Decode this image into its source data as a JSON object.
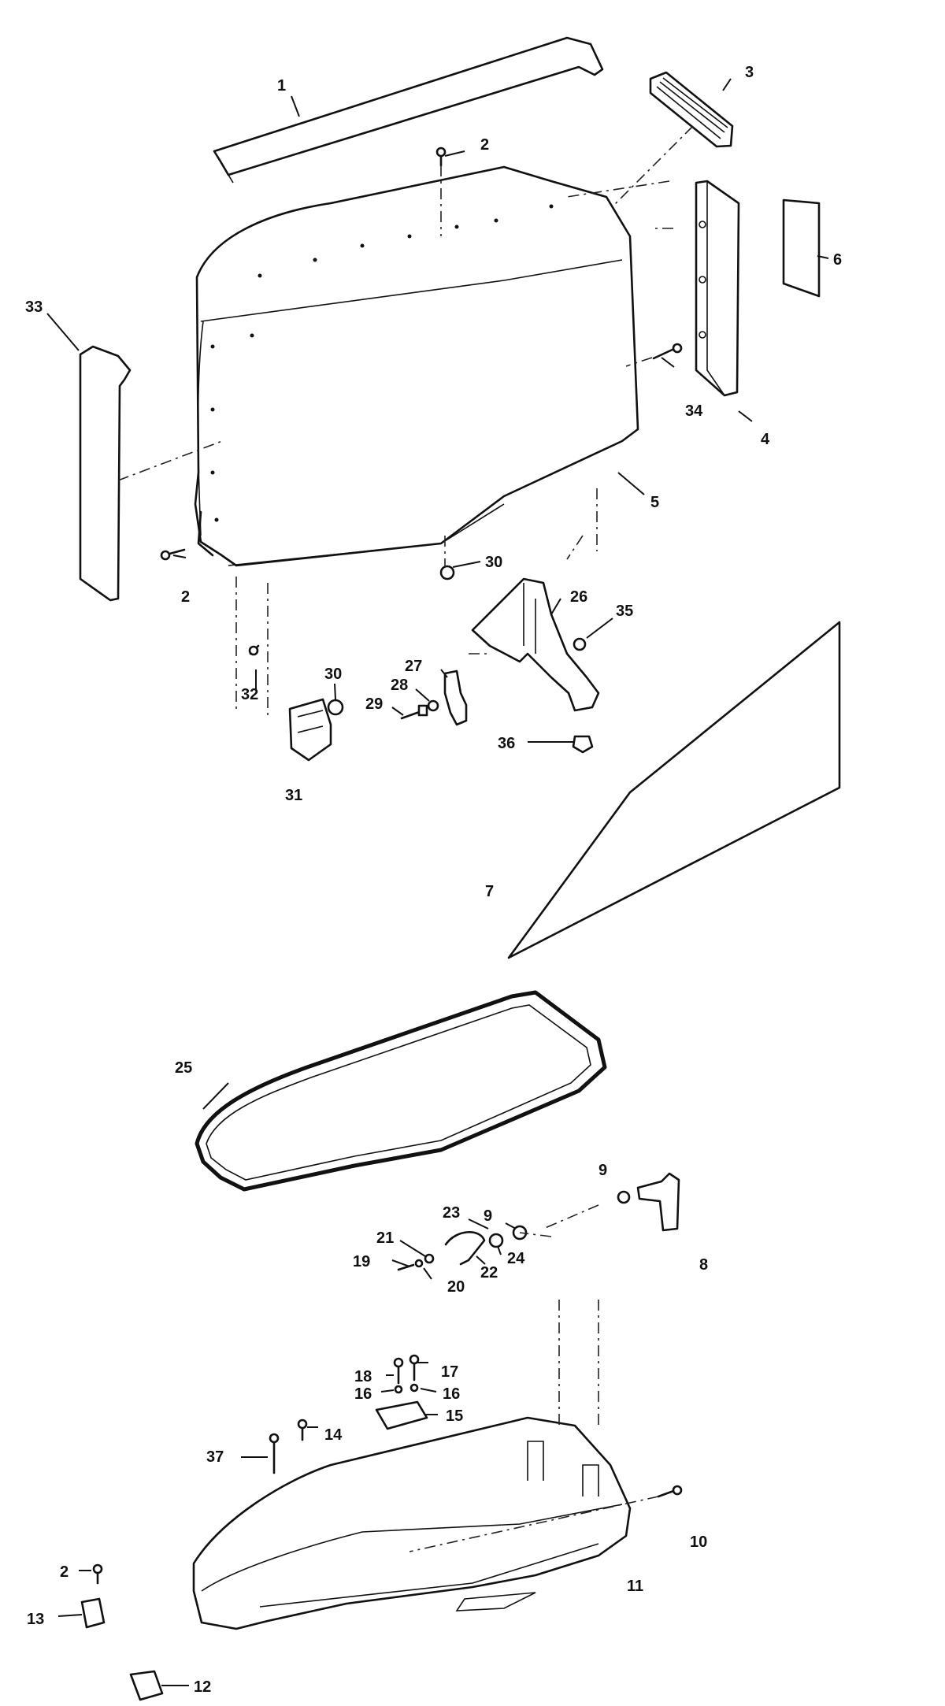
{
  "callouts": {
    "c1": "1",
    "c2a": "2",
    "c2b": "2",
    "c2c": "2",
    "c3": "3",
    "c4": "4",
    "c5": "5",
    "c6": "6",
    "c7": "7",
    "c8": "8",
    "c9a": "9",
    "c9b": "9",
    "c10": "10",
    "c11": "11",
    "c12": "12",
    "c13": "13",
    "c14": "14",
    "c15": "15",
    "c16a": "16",
    "c16b": "16",
    "c17": "17",
    "c18": "18",
    "c19": "19",
    "c20": "20",
    "c21": "21",
    "c22": "22",
    "c23": "23",
    "c24": "24",
    "c25": "25",
    "c26": "26",
    "c27": "27",
    "c28": "28",
    "c29": "29",
    "c30a": "30",
    "c30b": "30",
    "c31": "31",
    "c32": "32",
    "c33": "33",
    "c34": "34",
    "c35": "35",
    "c36": "36",
    "c37": "37"
  }
}
